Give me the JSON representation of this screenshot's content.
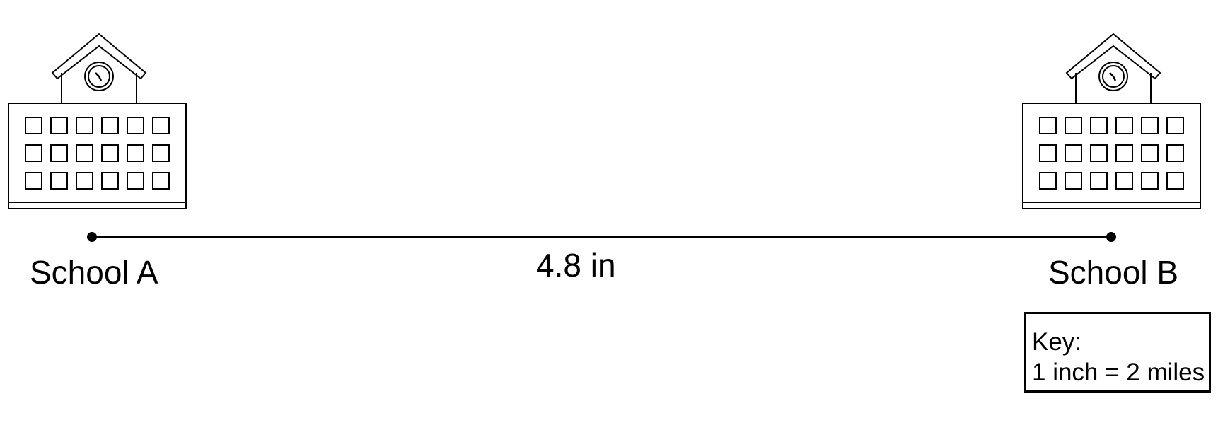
{
  "diagram": {
    "school_a": "School A",
    "school_b": "School B",
    "distance": "4.8 in",
    "key": {
      "title": "Key:",
      "scale": "1 inch = 2 miles"
    }
  },
  "colors": {
    "stroke": "#000000",
    "background": "#ffffff"
  }
}
